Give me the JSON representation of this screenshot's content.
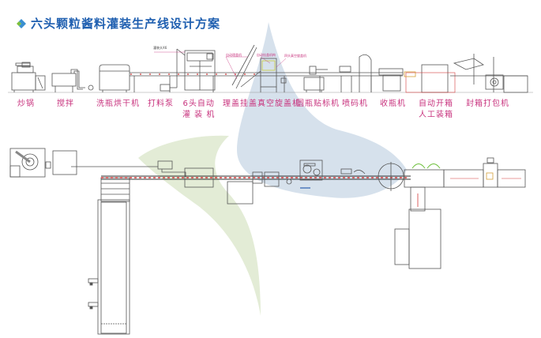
{
  "title": "六头颗粒酱料灌装生产线设计方案",
  "colors": {
    "title": "#1f5fb0",
    "label": "#c8337e",
    "logo_blue": "#d6e1ec",
    "logo_green": "#e3ecd6",
    "conveyor_red": "#d23a3a",
    "arrow_green": "#6cbf3a",
    "line": "#555555"
  },
  "machines": [
    {
      "id": "fry-pot",
      "label": "炒锅"
    },
    {
      "id": "mixer",
      "label": "搅拌"
    },
    {
      "id": "bottle-washer-dryer",
      "label": "洗瓶烘干机"
    },
    {
      "id": "pump",
      "label": "打料泵"
    },
    {
      "id": "filler",
      "label_line1": "6头自动",
      "label_line2": "灌 装 机"
    },
    {
      "id": "capper",
      "label": "理盖挂盖真空旋盖机"
    },
    {
      "id": "labeler",
      "label": "圆瓶贴标机"
    },
    {
      "id": "coder",
      "label": "喷码机"
    },
    {
      "id": "bottle-collector",
      "label": "收瓶机"
    },
    {
      "id": "case-erector",
      "label_line1": "自动开箱",
      "label_line2": "人工装箱"
    },
    {
      "id": "case-sealer",
      "label": "封箱打包机"
    }
  ],
  "annotations": {
    "filler_heads": "灌装头X6",
    "auto_cap_sorter": "自动理盖机",
    "cap_hanging": "自动挂盖机构",
    "vacuum_capper": "四头真空旋盖机"
  }
}
